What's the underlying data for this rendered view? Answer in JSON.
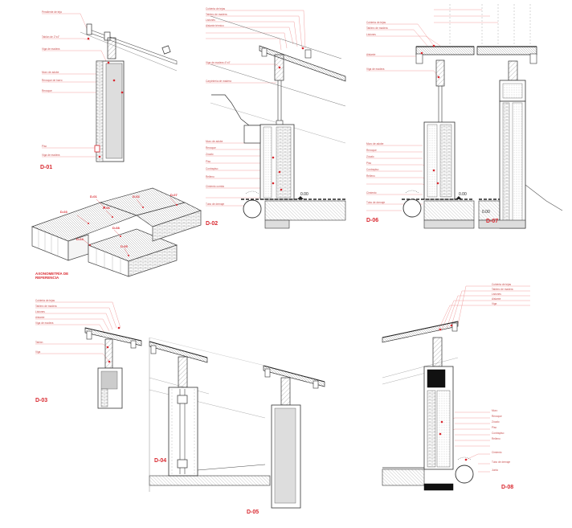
{
  "details": [
    {
      "id": "d01",
      "label": "D-01"
    },
    {
      "id": "d02",
      "label": "D-02"
    },
    {
      "id": "d06",
      "label": "D-06"
    },
    {
      "id": "d07",
      "label": "D-07"
    },
    {
      "id": "d03",
      "label": "D-03"
    },
    {
      "id": "d04",
      "label": "D-04"
    },
    {
      "id": "d05",
      "label": "D-05"
    },
    {
      "id": "d08",
      "label": "D-08"
    }
  ],
  "axonometric": {
    "caption_line1": "AXONOMETRÍA DE",
    "caption_line2": "REFERENCIA",
    "tags": [
      "D-01",
      "D-02",
      "D-03",
      "D-04",
      "D-05",
      "D-06",
      "D-07",
      "D-08"
    ]
  },
  "levels": {
    "d02": "0.00",
    "d06": "0.00",
    "d07": "0.00"
  },
  "notes": {
    "d01": [
      "Pendiente de teja",
      "Tablón de 2\"x4\"",
      "Viga de madera",
      "Muro de adobe",
      "Revoque de barro",
      "Revoque",
      "Piso",
      "Viga de madera"
    ],
    "d02": [
      "Cubierta de tejas",
      "Tablero de madera",
      "Listones",
      "Aislante térmico",
      "Viga de madera 4\"x4\"",
      "Carpintería de madera",
      "Muro de adobe",
      "Revoque",
      "Zócalo",
      "Piso",
      "Contrapiso",
      "Relleno",
      "Cimiento corrido",
      "Tubo de drenaje"
    ],
    "d06": [
      "Cubierta de tejas",
      "Tablero de madera",
      "Listones",
      "Aislante",
      "Viga de madera",
      "Muro de adobe",
      "Revoque",
      "Zócalo",
      "Piso",
      "Contrapiso",
      "Relleno",
      "Cimiento",
      "Tubo de drenaje"
    ],
    "d03": [
      "Cubierta de tejas",
      "Tablero de madera",
      "Listones",
      "Aislante",
      "Viga de madera",
      "Tablón",
      "Viga"
    ],
    "d08": [
      "Cubierta de tejas",
      "Tablero de madera",
      "Listones",
      "Aislante",
      "Viga",
      "Muro",
      "Revoque",
      "Zócalo",
      "Piso",
      "Contrapiso",
      "Relleno",
      "Cimiento",
      "Tubo de drenaje",
      "Junta"
    ]
  }
}
